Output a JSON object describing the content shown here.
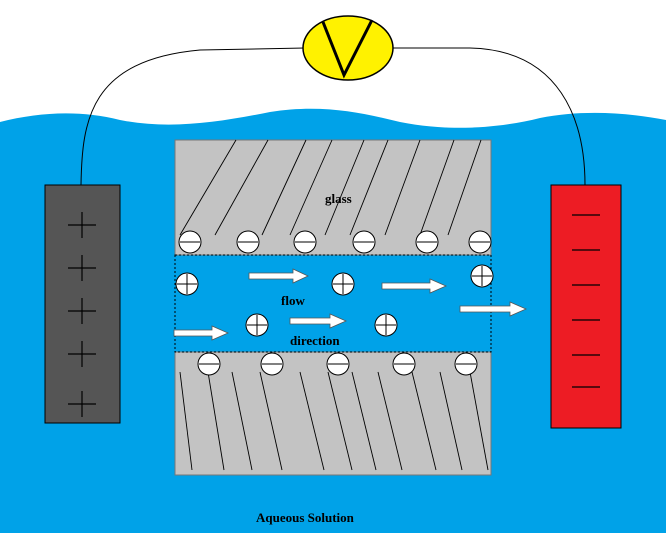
{
  "labels": {
    "glass": "glass",
    "flow": "flow",
    "direction": "direction",
    "solution": "Aqueous Solution"
  },
  "icons": {
    "voltmeter": "voltmeter-icon",
    "plus_sign": "plus-sign-icon",
    "minus_sign": "minus-sign-icon",
    "cation": "cation-icon",
    "anion": "anion-icon",
    "flow_arrow": "flow-arrow-icon"
  },
  "colors": {
    "water": "#00a2e8",
    "glass": "#c3c3c3",
    "anode": "#555555",
    "cathode": "#ed1c24",
    "meter": "#fff200"
  }
}
